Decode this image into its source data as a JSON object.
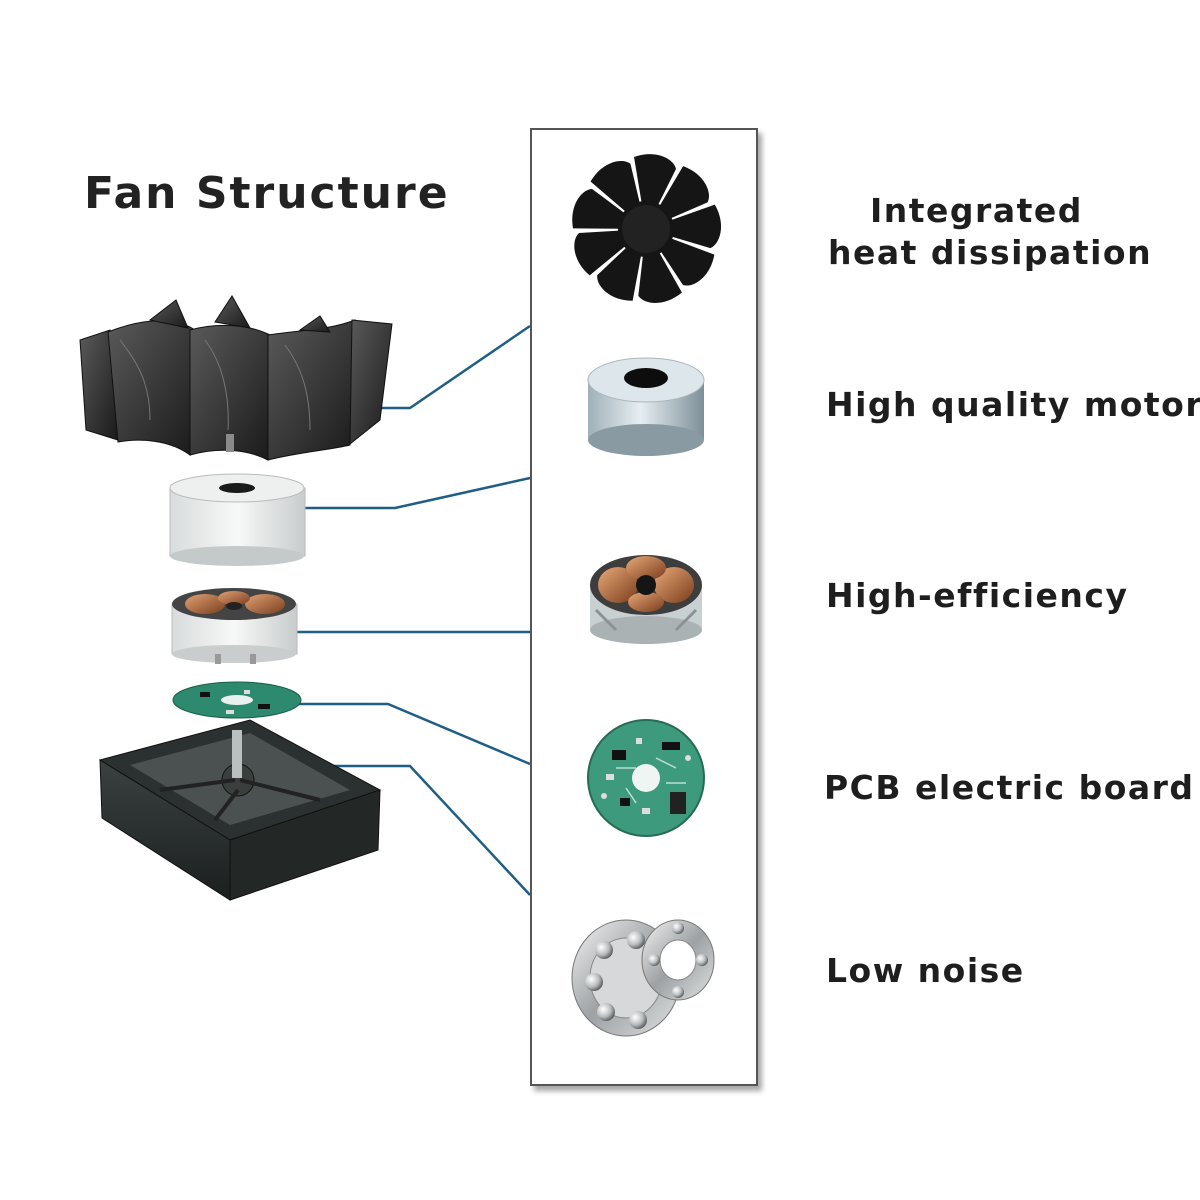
{
  "title": "Fan Structure",
  "features": [
    {
      "id": "impeller",
      "line1": "Integrated",
      "line2": "heat dissipation"
    },
    {
      "id": "motor",
      "line1": "High quality motor"
    },
    {
      "id": "stator",
      "line1": "High-efficiency"
    },
    {
      "id": "pcb",
      "line1": "PCB electric board"
    },
    {
      "id": "bearing",
      "line1": "Low noise"
    }
  ],
  "colors": {
    "connector": "#1f5f86",
    "panel_border": "#555555",
    "text": "#1e1e1e"
  },
  "icons": [
    "fan-blade-icon",
    "magnet-ring-icon",
    "stator-coil-icon",
    "pcb-board-icon",
    "ball-bearing-icon"
  ]
}
